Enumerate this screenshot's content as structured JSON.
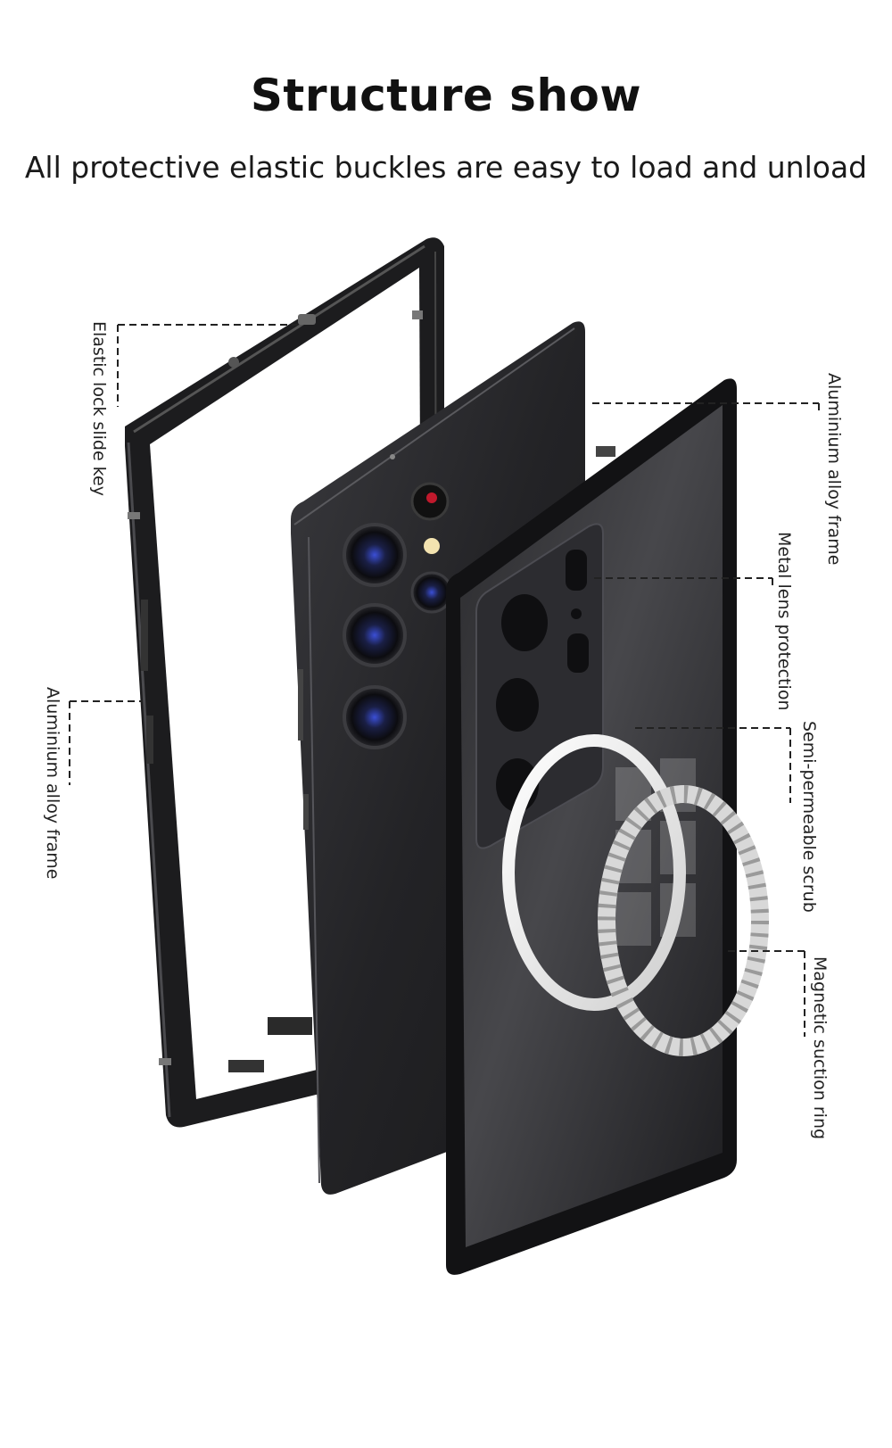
{
  "header": {
    "title": "Structure show",
    "subtitle": "All protective elastic buckles are easy to load and unload"
  },
  "callouts": {
    "elastic_lock": "Elastic lock slide key",
    "frame_left": "Aluminium alloy frame",
    "frame_right": "Aluminium alloy frame",
    "lens_protection": "Metal lens protection",
    "semi_permeable": "Semi-permeable scrub",
    "magnetic_ring": "Magnetic suction ring"
  },
  "colors": {
    "background": "#ffffff",
    "frame": "#1c1c1c",
    "phone_body": "#2a2a2d",
    "ring": "#e6e6e6"
  }
}
